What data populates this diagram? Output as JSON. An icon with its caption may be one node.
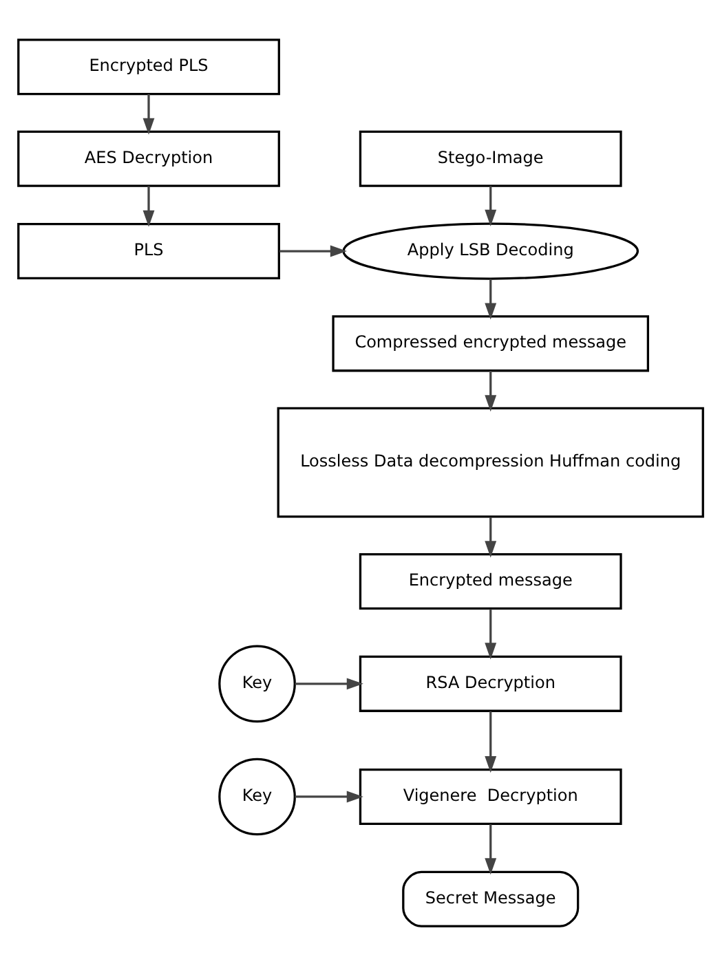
{
  "diagram": {
    "nodes": [
      {
        "text": [
          "Encrypted PLS"
        ]
      },
      {
        "text": [
          "Stego-Image"
        ]
      },
      {
        "text": [
          "AES Decryption"
        ]
      },
      {
        "text": [
          "Apply LSB Decoding"
        ]
      },
      {
        "text": [
          "PLS"
        ]
      },
      {
        "text": [
          "Compressed encrypted message"
        ]
      },
      {
        "text": [
          "Lossless Data decompression Huffman coding"
        ]
      },
      {
        "text": [
          "Encrypted message"
        ]
      },
      {
        "text": [
          "RSA Decryption"
        ]
      },
      {
        "text": [
          "Key"
        ]
      },
      {
        "text": [
          "Vigenere  Decryption"
        ]
      },
      {
        "text": [
          "Key"
        ]
      },
      {
        "text": [
          "Secret Message"
        ]
      }
    ],
    "edges": [
      {
        "from": 0,
        "to": 2,
        "arrow": "to"
      },
      {
        "from": 2,
        "to": 4,
        "arrow": "to"
      },
      {
        "from": 1,
        "to": 3,
        "arrow": "to"
      },
      {
        "from": 4,
        "to": 3,
        "arrow": "to"
      },
      {
        "from": 3,
        "to": 5,
        "arrow": "to"
      },
      {
        "from": 5,
        "to": 6,
        "arrow": "to"
      },
      {
        "from": 6,
        "to": 7,
        "arrow": "to"
      },
      {
        "from": 7,
        "to": 8,
        "arrow": "to"
      },
      {
        "from": 9,
        "to": 8,
        "arrow": "to"
      },
      {
        "from": 8,
        "to": 10,
        "arrow": "to"
      },
      {
        "from": 11,
        "to": 10,
        "arrow": "to"
      },
      {
        "from": 10,
        "to": 12,
        "arrow": "to"
      }
    ]
  }
}
